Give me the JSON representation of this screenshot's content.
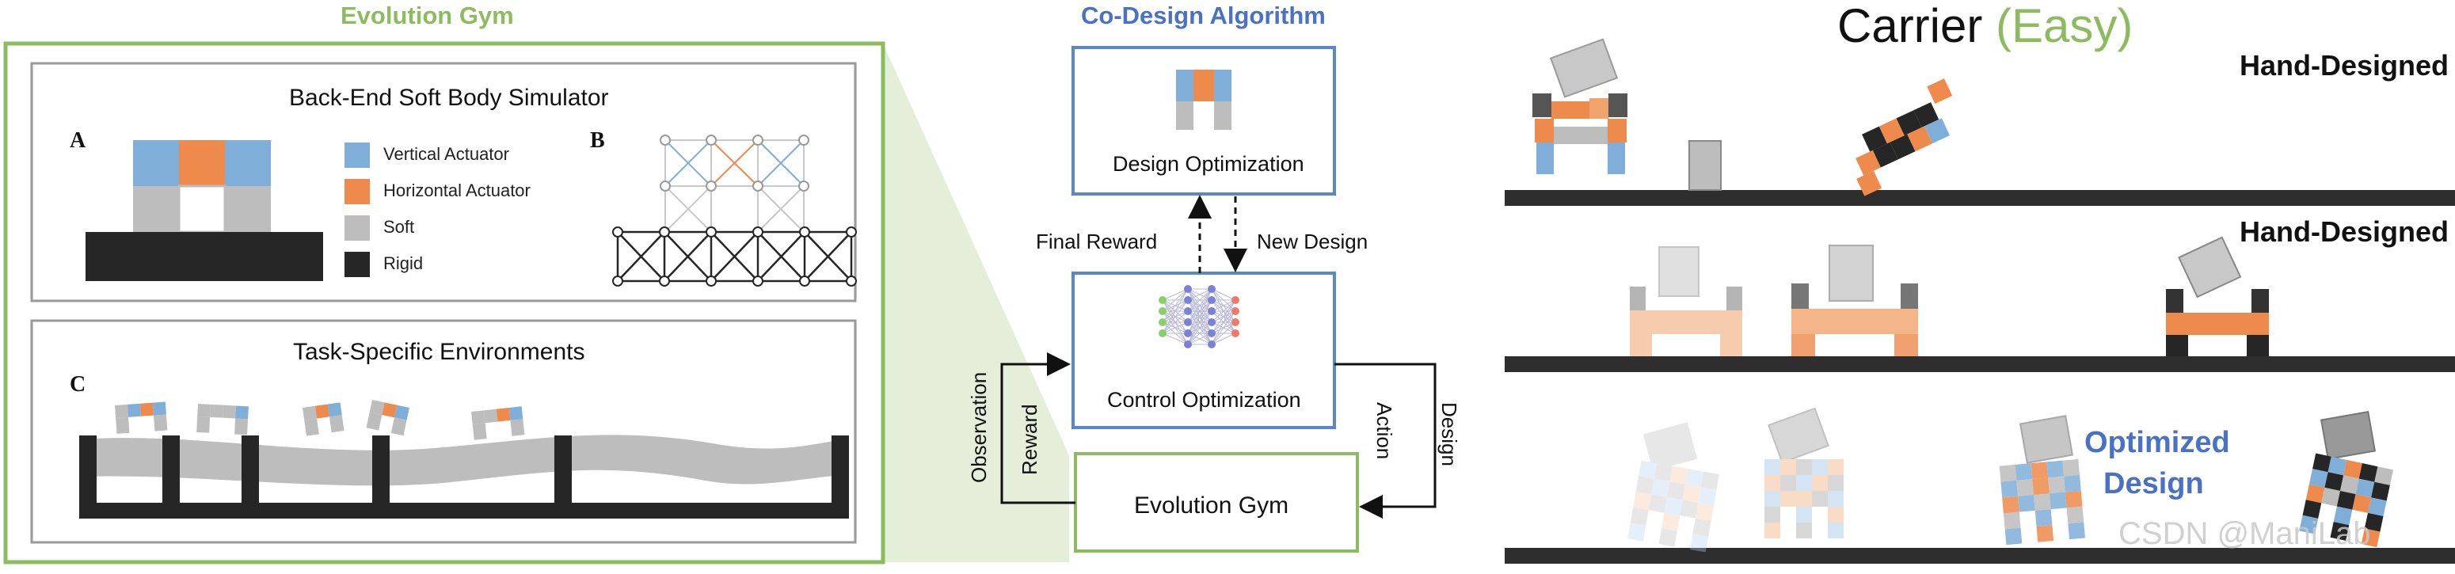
{
  "evo_gym": {
    "title": "Evolution Gym",
    "simulator": {
      "title": "Back-End Soft Body Simulator",
      "label_a": "A",
      "label_b": "B",
      "legend": [
        {
          "label": "Vertical Actuator",
          "color": "#7fafd9"
        },
        {
          "label": "Horizontal Actuator",
          "color": "#ee8a4c"
        },
        {
          "label": "Soft",
          "color": "#bdbdbd"
        },
        {
          "label": "Rigid",
          "color": "#262626"
        }
      ]
    },
    "tasks": {
      "title": "Task-Specific Environments",
      "label_c": "C"
    }
  },
  "codesign": {
    "title": "Co-Design Algorithm",
    "design_opt": "Design Optimization",
    "control_opt": "Control Optimization",
    "env": "Evolution Gym",
    "final_reward": "Final Reward",
    "new_design": "New Design",
    "observation": "Observation",
    "reward": "Reward",
    "action": "Action",
    "design": "Design"
  },
  "carrier": {
    "title": "Carrier",
    "difficulty": "(Easy)",
    "row1_label": "Hand-Designed",
    "row2_label": "Hand-Designed",
    "row3_label_1": "Optimized",
    "row3_label_2": "Design",
    "watermark": "CSDN @ManiLab"
  },
  "colors": {
    "green": "#8dbb5f",
    "blue": "#4a72c4",
    "vertical": "#7fafd9",
    "horizontal": "#ee8a4c",
    "soft": "#bdbdbd",
    "rigid": "#262626"
  }
}
